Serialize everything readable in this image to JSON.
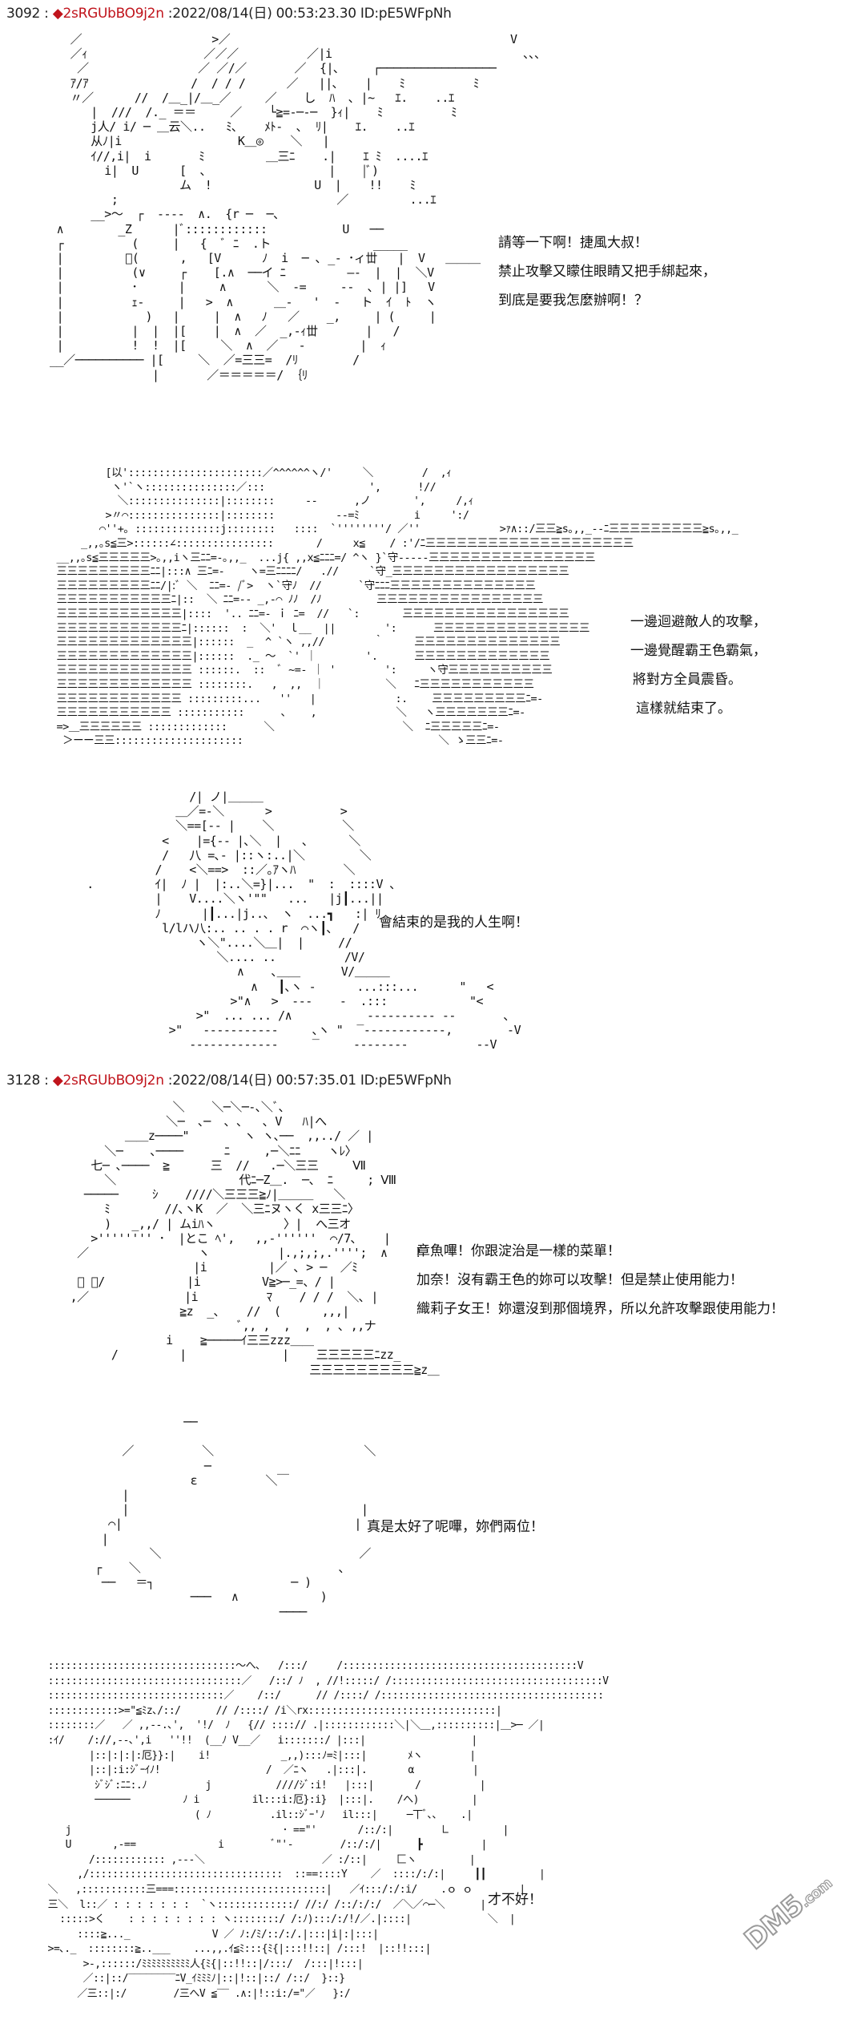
{
  "posts": [
    {
      "header": {
        "number": "3092",
        "separator": " : ",
        "diamond": "◆",
        "trip": "2sRGUbBO9j2n",
        "datetime": " :2022/08/14(日) 00:53:23.30",
        "id": " ID:pE5WFpNh"
      },
      "panels": [
        {
          "aa": "     ／                   >／                                         V\n     ／ｨ                 ／／／          ／|i                            ､､､\n      ／                ／ ／/／       ／  {|､     ┌─────────────────\n     ｱ/ｱ               /  / / /      ／   ||､    |    ﾐ          ﾐ\n     〃／      //  /＿_|/＿_／     ／    し  ﾊ  ､ |~   ｴ.    ..ｴ\n        |  ///  /._ ＝＝     ／    └≧=-─-─  }ｨ|    ﾐ          ﾐ\n        j人/ i/ ─ ＿云＼..   ﾐ､    ﾒﾄ-  ､  ﾘ|    ｴ.    ..ｴ\n        从ﾉ|i                 K＿◎    ＼   |\n        ｲ//,i|  i       ﾐ         ＿三ﾆ    .|    ｴ ﾐ  ....ｴ\n          i|  U      [  ､                  |    |ﾞ)\n                     ム  !               U  |    !!    ﾐ\n           ;                                ／         ...ｴ\n        __>～  ┌  ----  ∧.  {r ─  ─、\n   ∧        _Z      |ﾞ::::::::::::           U   ──\n   ┌          (     |   {  ﾞ ﾆ  .ト               _____\n   |         ﾞ(      ,   [V      ﾉ  i  ─ ､ _‐ ･ィ丗   |  V   ＿＿＿\n   |          (∨     ┌    [.∧  ──イ ﾆ         ―‐  |  |  ＼V\n   |          ･      |     ∧      ＼  -=     ‐-  ､ | |]   V\n   |          ｪ-     |   >  ∧      ＿-   '  ‐   ト  ｲ  ﾄ  ヽ\n   |            )   |     |  ∧   ﾉ   ／    _,     | (     |\n   |          |  |  |[    |  ∧  ／  _,-ｨ丗       |   /\n   |          !  !  |[     ＼  ∧  ／   ‐        |  ｨ\n  __／────────── |[     ＼  ／=三三=  /ﾘ        /\n                 |       ／＝＝＝＝＝/ ｛ﾘ",
          "lines": [
            "請等一下啊！捷風大叔！",
            "禁止攻擊又矇住眼睛又把手綁起來，",
            "到底是要我怎麼辦啊！？"
          ]
        },
        {
          "aa": "            [以'::::::::::::::::::::::／^^^^^^ヽ/'     ＼        /  ,ｨ\n             ヽ'`ヽ:::::::::::::::／:::                 ',      !//\n              ＼:::::::::::::::|::::::::     --      ,ノ       ',     /,ｨ\n            >〃⌒:::::::::::::::|::::::::          --=ﾐ         i     ':/\n           ⌒''+｡ ::::::::::::::j::::::::   ::::  `''''''''/ ／''             >ｧ∧::/三三≧s｡,,_--ﾆ三三三三三三三三三≧s｡,,_\n        _,,｡s≦三>::::::∠::::::::::::::::       /     x≦    / :'/ﾆ三三三三三三三三三三三三三三三三三三三三\n    __,,｡s≦三三三三三>｡,,iヽ三ﾆﾆ=-｡,,_  ...j{ ,,x≦ﾆﾆﾆ=/ ^ヽ }`守‐‐‐‐‐三三三三三三三三三三三三三三三三\n    三三三三三三三三三ﾆﾆ|:::∧ 三ﾆ=-    ヽ=三ﾆﾆﾆﾆ/   .//     `守_三三三三三三三三三三三三三三三三三\n    三三三三三三三三三ﾆﾆ/|:ﾞ ＼  ﾆﾆ=- /ﾞ>  ヽ`守ﾉ  //      `守ﾆﾆﾆ三三三三三三三三三三三三三三\n    三三三三三三三三三三三ﾆ|::  ＼ ﾆﾆ=-- _,-⌒ ﾉﾉ  /ﾉ         三三三三三三三三三三三三三三三三\n    三三三三三三三三三三三三|::::  '.. ﾆﾆ=- ｉ ﾆ=  //   `:       三三三三三三三三三三三三三三三三\n    三三三三三三三三三三三三ﾆ|::::::  :  ＼'  ｌ__  ||        ':      三三三三三三三三三三三三三三三\n    三三三三三三三三三三三三三|::::::  _  ^ `ヽ ,,//        ｀     三三三三三三三三三三三三三三\n    三三三三三三三三三三三三三|::::::  ._ ～  `' ｜        '.      三三三三三三三三三三三三三\n    三三三三三三三三三三三三三 ::::::.  ::  ﾞ ~=- ｜ '        ':     ヽ守三三三三三三三三三三\n    三三三三三三三三三三三三三 ::::::::.   ,  ,,  ｜          ＼   ﾆ三三三三三三三三三三三\n    三三三三三三三三三三三三 :::::::::...   ''   |             :.    三三三三三三三三三ﾆ=-\n    三三三三三三三三三三三 :::::::::::      ､    ,             ＼   ヽ三三三三三三三ﾆ=-\n    =>＿三三三三三三 :::::::::::::      ＼                     ＼  ﾆ三三三三三ﾆ=-\n     ＞ーー三三:::::::::::::::::::::                                ＼ ゝ三三ﾆ=-",
          "lines": [
            "一邊迴避敵人的攻擊，",
            "一邊覺醒霸王色霸氣，",
            "將對方全員震昏。",
            "這樣就結束了。"
          ]
        },
        {
          "aa": "                       /| ノ|＿＿＿\n                     ＿／=-＼      >          >\n                     ＼==[-- |    ＼          ＼\n                   <    |={-- |､＼  |   ､      ＼\n                   /   八 =､- |::ヽ:..|＼        ＼\n                  /    <＼==>  ::／｡ｱヽﾊ       ＼\n        .         ｲ|  ﾉ |  |:..＼=}|...  \"  :  ::::V ､\n                  |    V....＼ヽ'\"\"   ...   |j┃...||\n                  ﾉ      |┃...|j..、 ヽ  ...┓   :| ﾘ\n                   l/lハ八:.. .. . . r  ⌒ヽ┃､   /\n                        ヽ＼\"....＼＿|  |     //\n                           ＼.... ..          /V/\n                              ∧    ､＿＿      V/＿＿＿\n                                ∧   ┃､ヽ -      ...:::...      \"   <\n                             >\"∧   >  ---    -  .:::            \"<\n                        >\"  ... ... /∧           ---------- --       ､\n                    >\"   -----------     ､ヽ \"  ‾------------,        -V\n                       -------------     ‾     --------          --V",
          "lines": [
            "會結束的是我的人生啊！"
          ]
        }
      ]
    },
    {
      "header": {
        "number": "3128",
        "separator": " : ",
        "diamond": "◆",
        "trip": "2sRGUbBO9j2n",
        "datetime": " :2022/08/14(日) 00:57:35.01",
        "id": " ID:pE5WFpNh"
      },
      "panels": [
        {
          "aa": "                    ＼    ＼─＼─-､＼ﾞ､\n                   ＼─  ､─  ､ ､   ､ V   ﾊ|へ\n             ＿＿z────\"        ヽ ヽ､──  ,,../ ／ |\n          ＼─    ､────      ﾆ     ,─＼ﾆﾆ    ヽﾚ〉\n        七─ ､────  ≧      三  //   .─＼三三     Ⅶ\n          ＼                  代ﾆ─Z＿.  ─、 ﾆ     ; Ⅷ\n       ─────     ｼ    ////＼三三三≧ﾉ|＿＿＿   ＼\n          ﾐ        //､ヽK  ／  ＼三ﾆヌヽく x三三ﾆ〉\n          )   _,,/ | ムiﾊヽ          〉|  へ三オ\n        >'''''''' ･  |とこ ﾍ',   ,,-''''''  ⌒/7､    |\n      ／                ヽ          |.,;,;,.'''';  ∧    !\n                       |i         |／ ､ > ─  ／ﾐ\n      ﾞ ／/            |i         V≧>─_=、/ |\n     ,／              |i          ﾏ    / / /  ＼､ |\n                     ≧z  _､    //  (      ,,,|\n                              ﾞ,, ,  ,  ,  , ､ ,,ナ\n                   i    ≧─────ｲ三三zzz＿＿\n           /         |              |    三三三三三ﾆzz_\n                                        三三三三三三三三三≧z＿",
          "lines": [
            "章魚嗶！你跟淀治是一樣的菜單！",
            "加奈！沒有霸王色的妳可以攻擊！但是禁止使用能力！",
            "織莉子女王！妳還沒到那個境界，所以允許攻擊跟使用能力！"
          ]
        },
        {
          "aa": "                     ──\n\n            ／          ＼                      ＼\n                        ─\n                      ε          ＼￣\n            |\n            |                                  |\n          ⌒|                                  |\n         |\n                ＼                             ／\n        ┌    ＼                             ､\n         ──   ＝┐                    ─ )\n                      ───   ∧            )\n                                   ────",
          "lines": [
            "真是太好了呢嗶，妳們兩位！"
          ]
        },
        {
          "aa": "  ::::::::::::::::::::::::::::::::～へ､   /:::/     /::::::::::::::::::::::::::::::::::::::::V\n  :::::::::::::::::::::::::::::::::／   /::/ ﾉ  , //!:::::/ /::::::::::::::::::::::::::::::::::::V\n  ::::::::::::::::::::::::::::::／    /::/      // /::::/ /::::::::::::::::::::::::::::::::::::::\n  ::::::::::::>=\"≦ﾐz､/::/      // /::::/ /i＼rx::::::::::::::::::::::::::::::::|\n  ::::::::／   ／ ,,--.､',  '!/  ﾉ   {// ::::// .|::::::::::::＼|＼＿,::::::::::|＿>─ ／|\n  :ｲ/    /://,--､',i   ''!!  (__ﾉ V__／   i:::::::/ |:::|                  |\n         |::|:|:|:厄}}:|    i!            _,,):::ﾉ=ﾐ|:::|       ﾒヽ        |\n         |::|:i:ｼﾞｰｲﾉ!                  /  ／ﾆヽ   .|:::|.       α          |\n          ｼﾞｼﾞ:ﾆﾆ:.ﾉ          j           ////ｼﾞ:i!   |:::|       /          |\n          ──────         ﾉ i         il:::i:厄}:i}  |:::|.    /へ)         |\n                           ( ﾉ          .il::ｼﾞｰ'ﾉ   il:::|     ─丅ﾞ､､    .|\n     j                                    ･ ==\"'       /::/:|        ㇗         |\n     U       ,-==              i        ﾞ\"'-        /::/:/|      ┣          |\n         /:::::::::::: ,---＼                    ／ :/::|     匚ヽ         |\n       ,/:::::::::::::::::::::::::::::::::  ::==::::Y    ／  ::::/:/:|     ┃┃         |\n  ＼   ,:::::::::::三===::::::::::::::::::::::::::|   ／ｲ:::/:/:i/    .ｏ ｏ        |\n  三＼  l::／ : : : : : : :  `ヽ:::::::::::::/ //:/ /::/:/:/  ／＼／⌒─＼      |\n    :::::>く    : : : : : : : : ヽ::::::::/ /:ﾉ):::/:/!/／.|::::|             ＼  |\n       ::::≧..._              V ／ ﾉ:/ﾐ/::/:/.|:::|i|:|:::|\n  >=､._  ::::::::≧..___    ...,,.ｲ≦ﾐ:::{ﾐ{|:::!!::| /:::!  |::!!:::|\n        >-,::::::/ﾐﾐﾐﾐﾐﾐﾐﾐﾐﾐ人{ﾐ{|::!!::|/:::/  /:::|!:::|\n        ／::|::/‾‾‾‾‾‾‾‾ﾆV_ｲﾐﾐﾐﾉ|::|!::|::/ /::/  }::}\n       ／三::|:/        /三へV ≦‾‾ .∧:|!::i:/=\"／   }:/",
          "lines": [
            "才不好！"
          ]
        }
      ]
    }
  ],
  "watermark": {
    "brand": "DM5",
    "suffix": ".com"
  }
}
